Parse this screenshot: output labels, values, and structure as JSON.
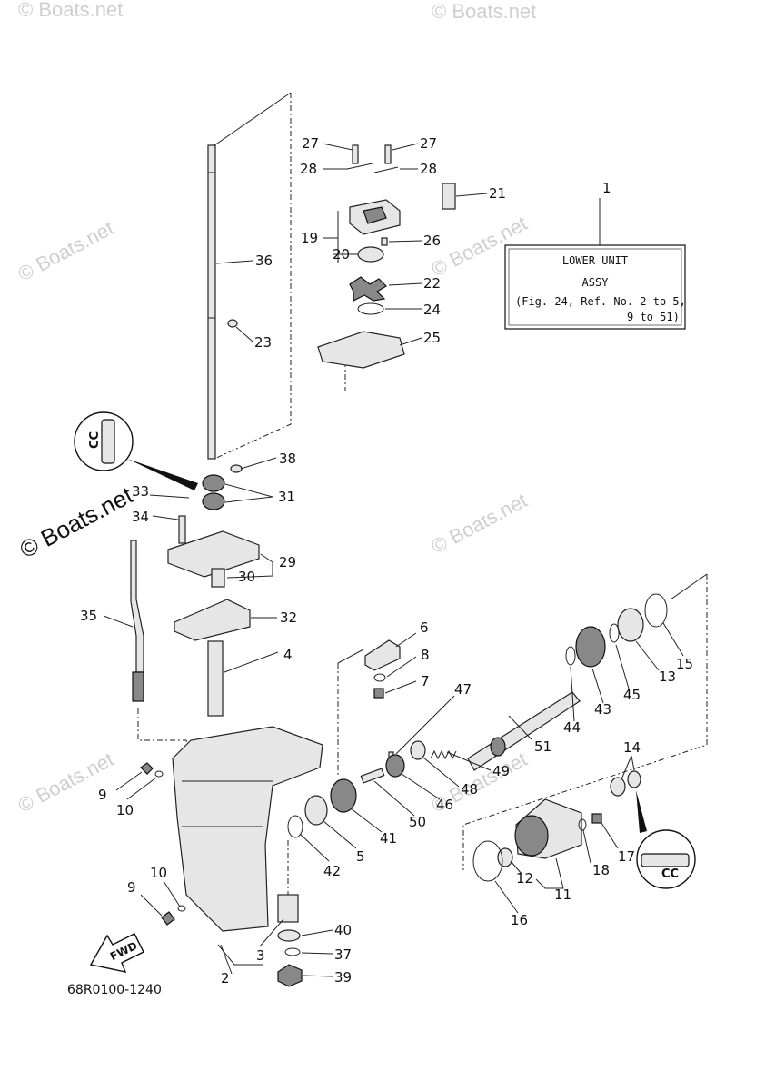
{
  "callouts": {
    "c1": "1",
    "c2": "2",
    "c3": "3",
    "c4": "4",
    "c5": "5",
    "c6": "6",
    "c7": "7",
    "c8": "8",
    "c9a": "9",
    "c9b": "9",
    "c10a": "10",
    "c10b": "10",
    "c11": "11",
    "c12": "12",
    "c13": "13",
    "c14": "14",
    "c15": "15",
    "c16": "16",
    "c17": "17",
    "c18": "18",
    "c19": "19",
    "c20": "20",
    "c21": "21",
    "c22": "22",
    "c23": "23",
    "c24": "24",
    "c25": "25",
    "c26": "26",
    "c27a": "27",
    "c27b": "27",
    "c28a": "28",
    "c28b": "28",
    "c29": "29",
    "c30": "30",
    "c31": "31",
    "c32": "32",
    "c33": "33",
    "c34": "34",
    "c35": "35",
    "c36": "36",
    "c37": "37",
    "c38": "38",
    "c39": "39",
    "c40": "40",
    "c41": "41",
    "c42": "42",
    "c43": "43",
    "c44": "44",
    "c45": "45",
    "c46": "46",
    "c47": "47",
    "c48": "48",
    "c49": "49",
    "c50": "50",
    "c51": "51"
  },
  "info_box": {
    "line1": "LOWER UNIT",
    "line2": "ASSY",
    "line3": "(Fig. 24, Ref. No. 2 to 5,",
    "line4": "9 to 51)"
  },
  "fwd_label": "FWD",
  "cc_label": "CC",
  "diagram_code": "68R0100-1240",
  "watermark": "© Boats.net",
  "colors": {
    "ink": "#111111",
    "watermark": "#cfcfcf",
    "paper": "#ffffff"
  }
}
